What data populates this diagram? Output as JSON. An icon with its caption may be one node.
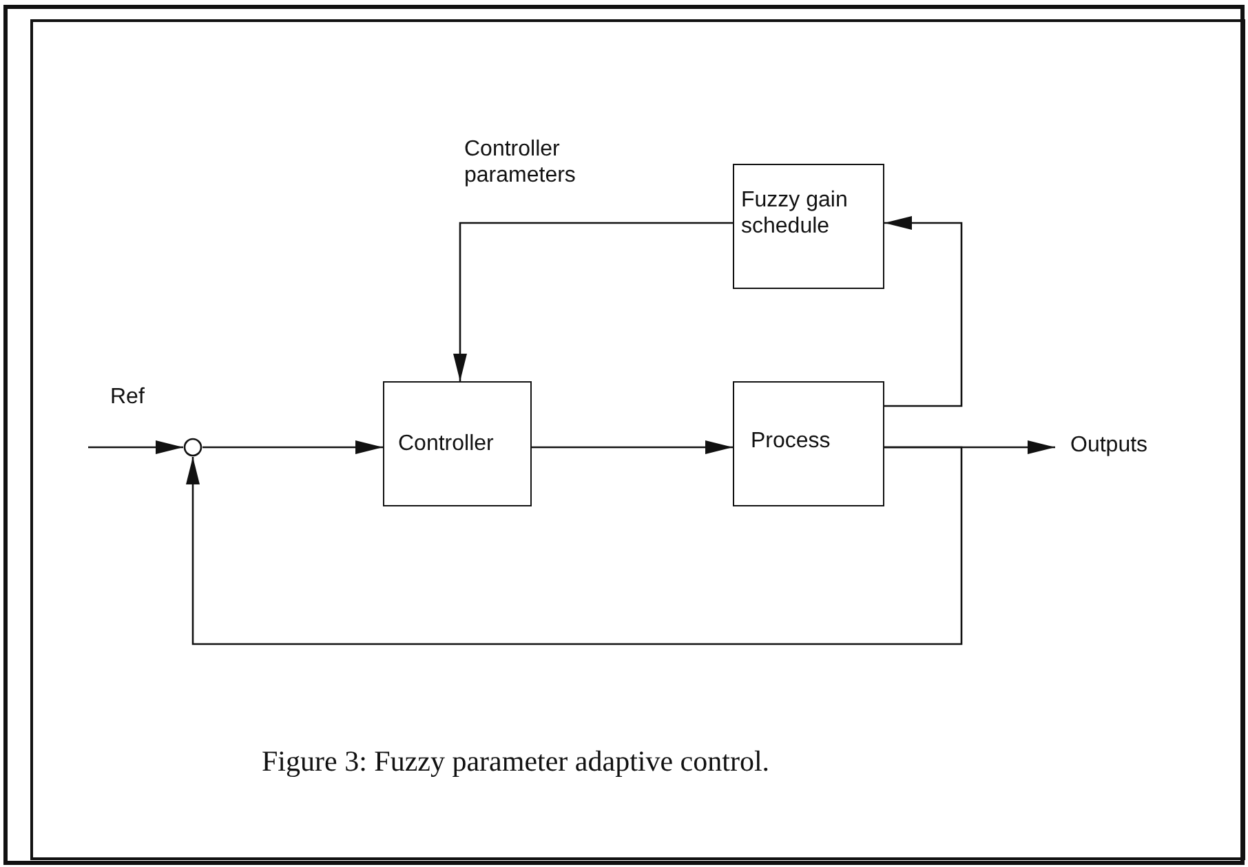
{
  "diagram": {
    "caption": "Figure 3: Fuzzy parameter adaptive control.",
    "nodes": [
      {
        "text": [
          "Fuzzy gain schedule"
        ]
      },
      {
        "text": [],
        "shape": "circle"
      },
      {
        "text": [
          "Controller"
        ]
      },
      {
        "text": [
          "Process"
        ]
      },
      {
        "text": [
          "Outputs"
        ]
      }
    ],
    "edges": [
      {
        "from": null,
        "to": 1,
        "arrow": "to",
        "label": "Ref"
      },
      {
        "from": 1,
        "to": 2,
        "arrow": "to"
      },
      {
        "from": 2,
        "to": 3,
        "arrow": "to"
      },
      {
        "from": 3,
        "to": 4,
        "arrow": "to"
      },
      {
        "from": 3,
        "to": 0,
        "arrow": "to"
      },
      {
        "from": 0,
        "to": 2,
        "arrow": "to",
        "label": "Controller parameters"
      },
      {
        "from": 3,
        "to": 1,
        "arrow": "to"
      }
    ]
  }
}
